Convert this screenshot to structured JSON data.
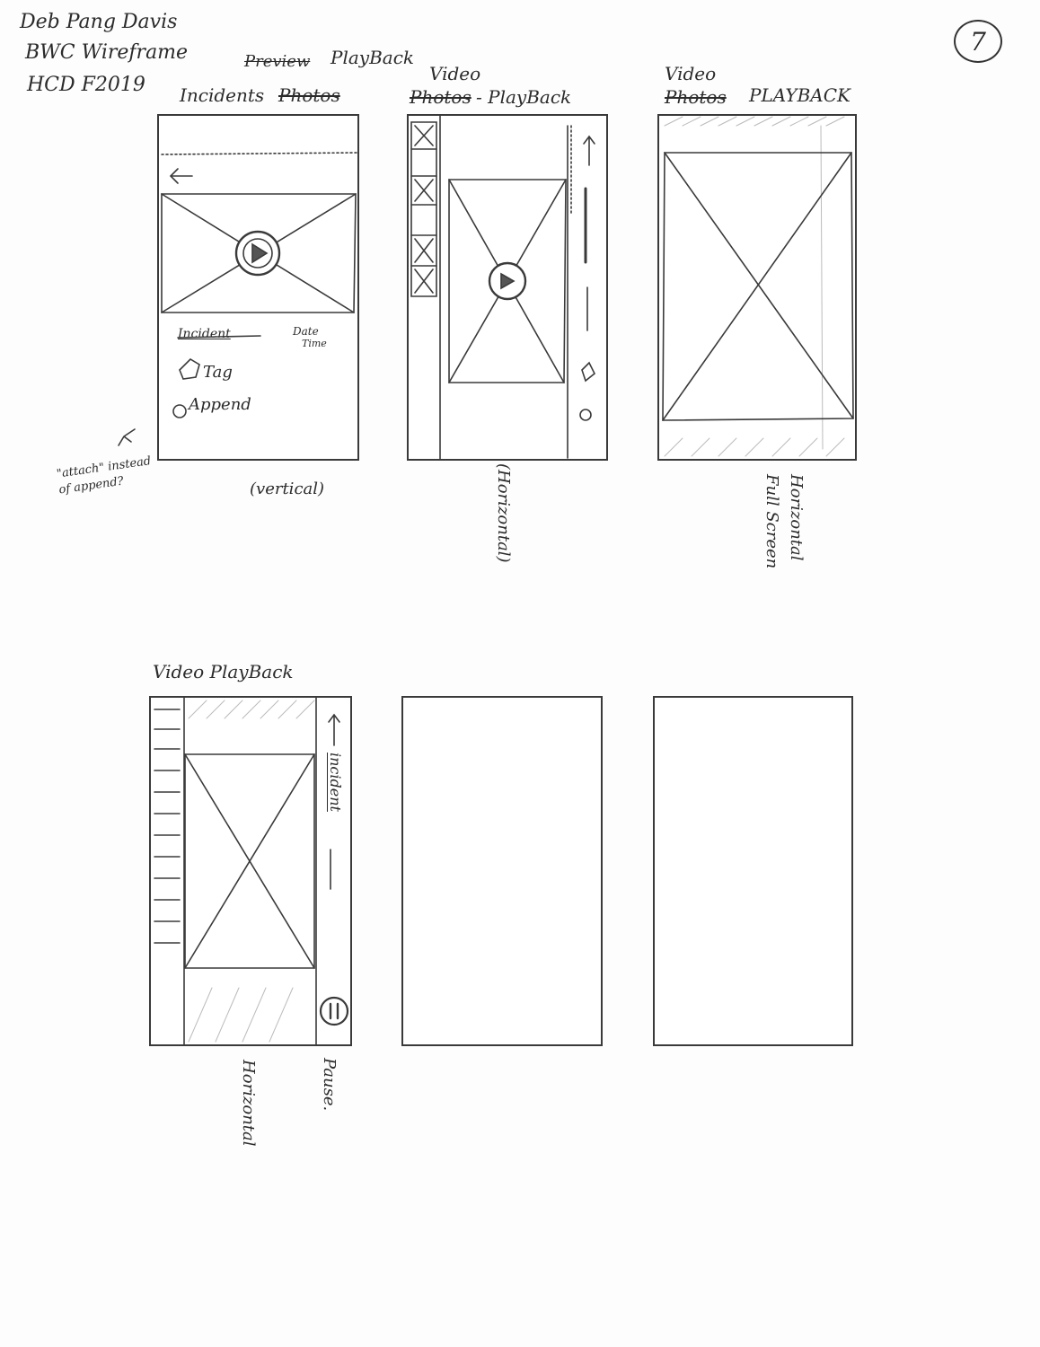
{
  "header": {
    "author": "Deb Pang Davis",
    "project": "BWC Wireframe",
    "course": "HCD F2019",
    "page_number": "7"
  },
  "frame1": {
    "title_prefix": "Preview",
    "title_playback": "PlayBack",
    "title_main": "Incidents",
    "title_struck": "Photos",
    "field_incident": "Incident",
    "field_date": "Date",
    "field_time": "Time",
    "tag_label": "Tag",
    "append_label": "Append",
    "caption": "(vertical)",
    "note": "\"attach\" instead of append?"
  },
  "frame2": {
    "title_video": "Video",
    "title_struck": "Photos",
    "title_rest": "- PlayBack",
    "caption": "(Horizontal)"
  },
  "frame3": {
    "title_video": "Video",
    "title_struck": "Photos",
    "title_rest": "PLAYBACK",
    "caption": "Horizontal Full Screen"
  },
  "frame4": {
    "title": "Video PlayBack",
    "incident_label": "incident",
    "caption": "Horizontal",
    "pause_label": "Pause."
  }
}
